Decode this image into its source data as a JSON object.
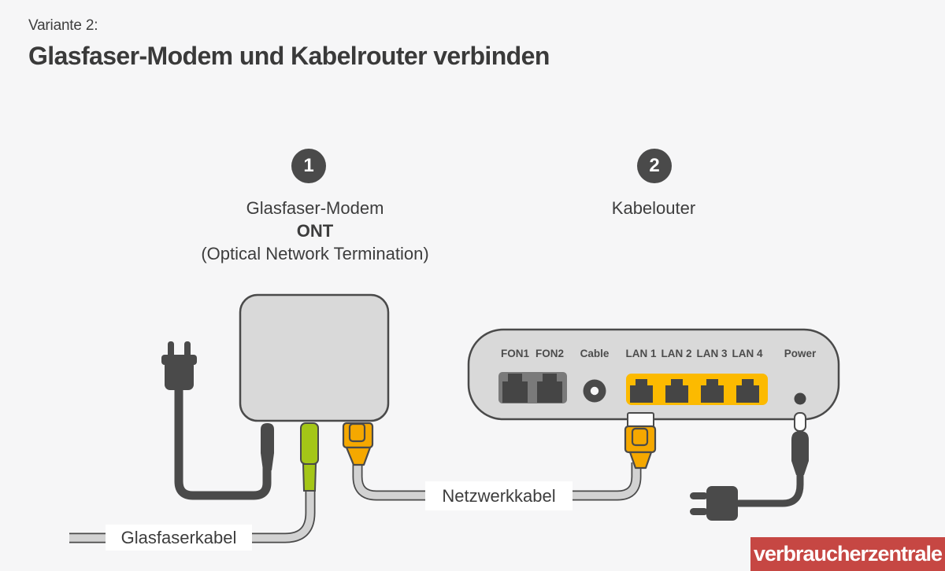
{
  "header": {
    "kicker": "Variante 2:",
    "title": "Glasfaser-Modem und Kabelrouter verbinden"
  },
  "steps": [
    {
      "number": "1",
      "title": "Glasfaser-Modem",
      "subtitle_bold": "ONT",
      "subtitle": "(Optical Network Termination)"
    },
    {
      "number": "2",
      "title": "Kabelouter"
    }
  ],
  "router": {
    "ports": [
      "FON1",
      "FON2",
      "Cable",
      "LAN 1",
      "LAN 2",
      "LAN 3",
      "LAN 4",
      "Power"
    ]
  },
  "cables": {
    "fiber": "Glasfaserkabel",
    "network": "Netzwerkkabel"
  },
  "logo": {
    "text": "verbraucherzentrale"
  },
  "colors": {
    "background": "#f6f6f7",
    "dark_gray": "#4a4a4a",
    "device_gray": "#d9d9d9",
    "cable_gray": "#d2d2d2",
    "fiber_green": "#a4c617",
    "connector_yellow": "#f5a800",
    "lan_yellow": "#fcba00",
    "fon_gray": "#7a7a7a",
    "logo_red": "#c64743"
  }
}
